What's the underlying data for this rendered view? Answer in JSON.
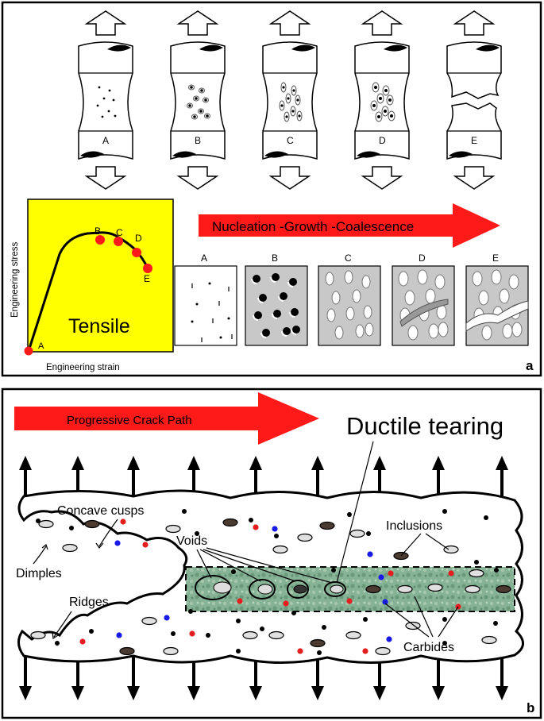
{
  "panel_a": {
    "stage_labels": [
      "A",
      "B",
      "C",
      "D",
      "E"
    ],
    "panel_letter": "a",
    "arrow_text": "Nucleation  -Growth -Coalescence",
    "graph": {
      "title": "Tensile",
      "xlabel": "Engineering strain",
      "ylabel": "Engineering stress",
      "point_labels": [
        "A",
        "B",
        "C",
        "D",
        "E"
      ],
      "background_color": "#ffff00",
      "point_color": "#ff1a1a"
    },
    "micro_labels": [
      "A",
      "B",
      "C",
      "D",
      "E"
    ]
  },
  "panel_b": {
    "panel_letter": "b",
    "arrow_text": "Progressive Crack Path",
    "title": "Ductile tearing",
    "labels": {
      "concave_cusps": "Concave cusps",
      "dimples": "Dimples",
      "ridges": "Ridges",
      "voids": "Voids",
      "inclusions": "Inclusions",
      "carbides": "Carbides"
    },
    "colors": {
      "arrow": "#ff1a1a",
      "zone": "#7aa98c",
      "carbide_red": "#e41e1e",
      "carbide_blue": "#1a1ae6",
      "inclusion": "#4a3a30"
    }
  }
}
